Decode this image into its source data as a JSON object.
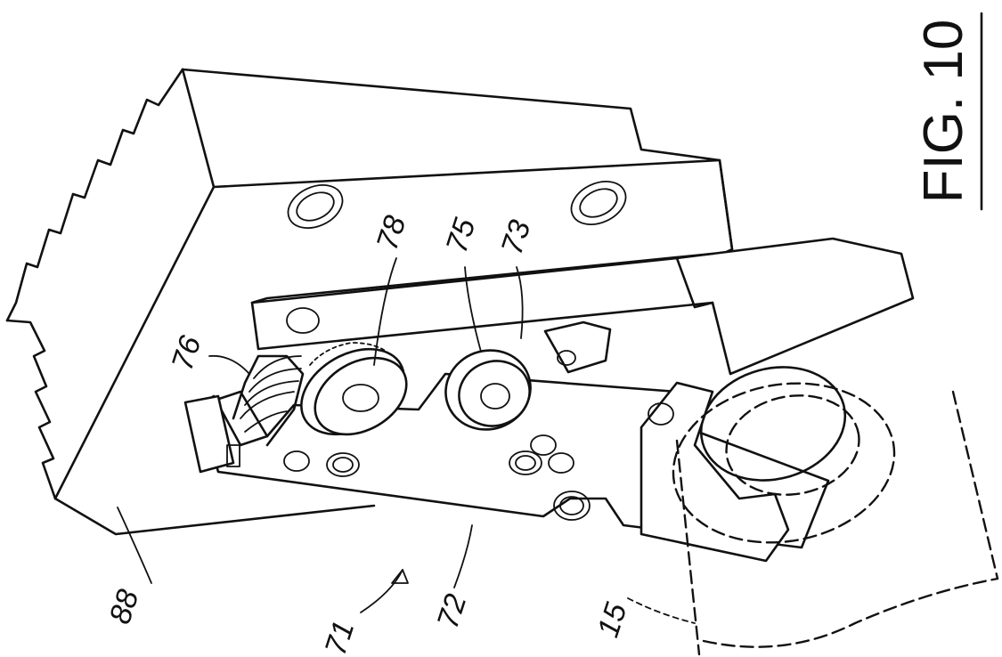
{
  "figure": {
    "title": "FIG. 10"
  },
  "reference_labels": {
    "r88": "88",
    "r71": "71",
    "r72": "72",
    "r15": "15",
    "r76": "76",
    "r78": "78",
    "r75": "75",
    "r73": "73"
  }
}
